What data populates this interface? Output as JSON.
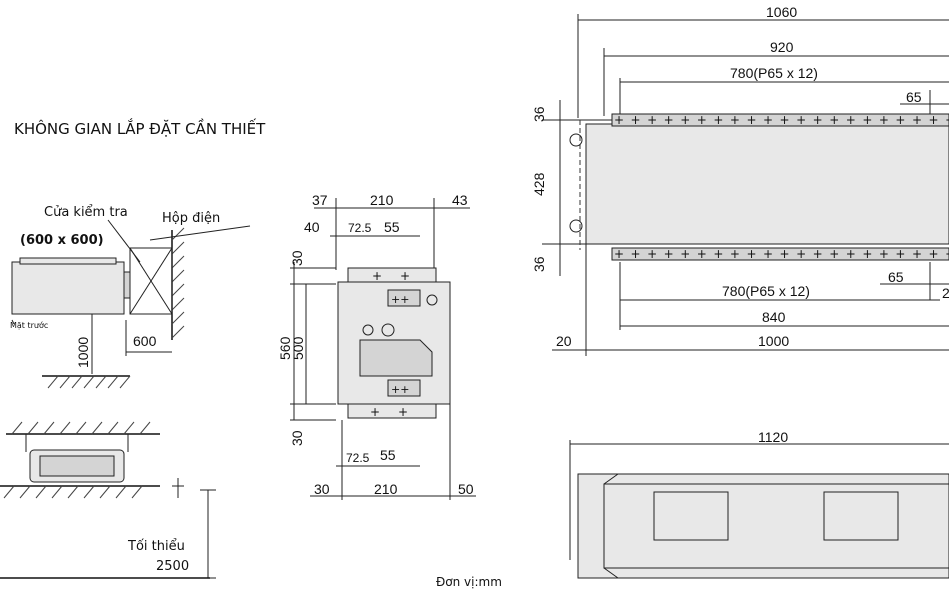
{
  "title": "KHÔNG GIAN LẮP ĐẶT CẦN THIẾT",
  "unit_label": "Đơn vị:mm",
  "left_view": {
    "inspection_label": "Cửa kiểm tra",
    "inspection_size": "(600 x 600)",
    "electrical_box_label": "Hộp điện",
    "front_label": "Mặt trước",
    "dim_1000": "1000",
    "dim_600": "600",
    "min_label": "Tối thiểu",
    "min_value": "2500"
  },
  "side_view": {
    "dims": {
      "top_37": "37",
      "top_210": "210",
      "top_43": "43",
      "top_40": "40",
      "top_72_5": "72.5",
      "top_55": "55",
      "left_30_top": "30",
      "left_560": "560",
      "left_500": "500",
      "left_30_bottom": "30",
      "bot_72_5": "72.5",
      "bot_55": "55",
      "bot_30": "30",
      "bot_210": "210",
      "bot_50": "50"
    }
  },
  "top_view": {
    "dims": {
      "d1060": "1060",
      "d920": "920",
      "d780_top": "780(P65 x 12)",
      "d65_top": "65",
      "d36_top": "36",
      "d428": "428",
      "d36_bottom": "36",
      "d65_bottom": "65",
      "d780_bottom": "780(P65 x 12)",
      "d840": "840",
      "d20": "20",
      "d1000": "1000",
      "d2_partial": "2"
    }
  },
  "front_view": {
    "dims": {
      "d1120": "1120"
    }
  }
}
